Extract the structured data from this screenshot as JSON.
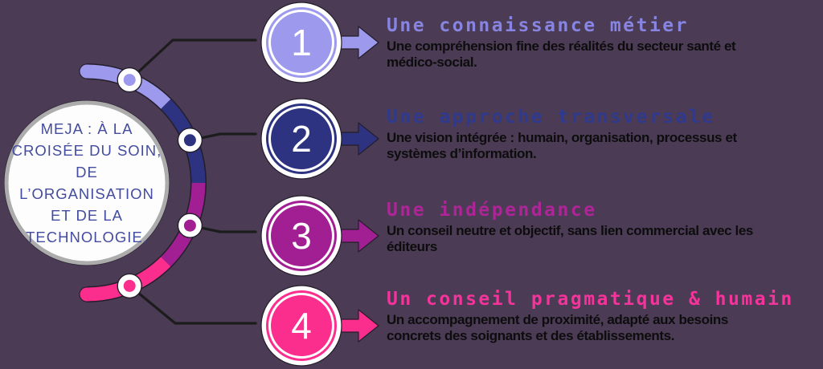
{
  "colors": {
    "background": "#4b3b55",
    "connector": "#1c1c1c",
    "outline": "#241e2a",
    "body_text": "#0d0d0d",
    "white": "#ffffff"
  },
  "center_circle": {
    "text": "MEJA : À LA\nCROISÉE DU SOIN,\nDE L’ORGANISATION\nET DE LA\nTECHNOLOGIE.",
    "text_color": "#444c9f",
    "fill": "#fdfdfe",
    "border_color": "#acacac"
  },
  "items": [
    {
      "number": "1",
      "color": "#9d99ed",
      "title": "Une connaissance métier",
      "title_color": "#8784e2",
      "body": "Une compréhension fine des réalités du secteur santé et\nmédico-social."
    },
    {
      "number": "2",
      "color": "#2d3380",
      "title": "Une approche transversale",
      "title_color": "#2f3a8e",
      "body": "Une vision intégrée : humain, organisation, processus et\nsystèmes d’information."
    },
    {
      "number": "3",
      "color": "#a21e93",
      "title": "Une indépendance",
      "title_color": "#ae2598",
      "body": "Un conseil neutre et objectif, sans lien commercial avec les\néditeurs"
    },
    {
      "number": "4",
      "color": "#fb2e8e",
      "title": "Un conseil pragmatique & humain",
      "title_color": "#f5339b",
      "body": "Un accompagnement de proximité, adapté aux besoins\nconcrets des soignants et des établissements."
    }
  ]
}
